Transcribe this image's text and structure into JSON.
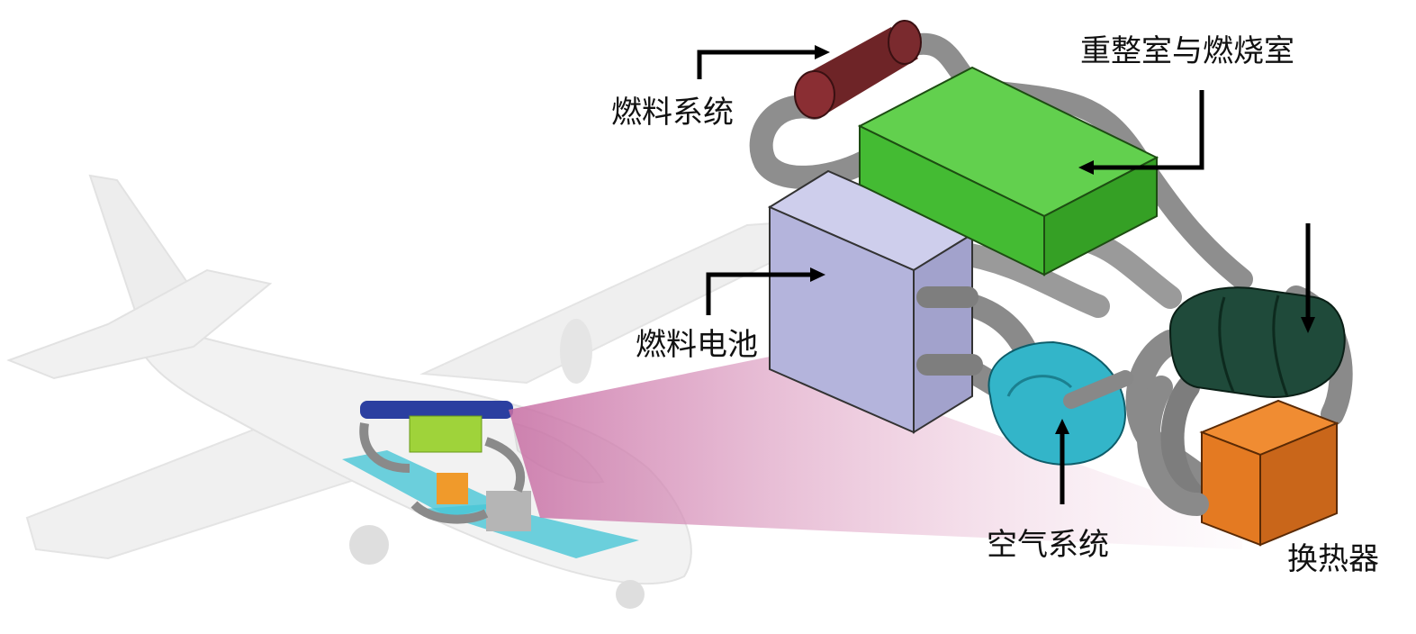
{
  "labels": {
    "fuel_system": "燃料系统",
    "reformer_combustor": "重整室与燃烧室",
    "fuel_cell": "燃料电池",
    "air_system": "空气系统",
    "heat_exchanger": "换热器"
  },
  "components": [
    {
      "name": "fuel-system-tank",
      "color": "#7a2a2e"
    },
    {
      "name": "reformer-combustor-block",
      "color": "#44bb33"
    },
    {
      "name": "fuel-cell-block",
      "color": "#b4b4dc"
    },
    {
      "name": "air-system-compressor",
      "color": "#33b5c9"
    },
    {
      "name": "heat-exchanger-core",
      "color": "#1f4a3a"
    },
    {
      "name": "heat-exchanger-box",
      "color": "#e47a22"
    },
    {
      "name": "piping",
      "color": "#8e8e8e"
    }
  ],
  "zoom_cone_color": "#d48ab4"
}
